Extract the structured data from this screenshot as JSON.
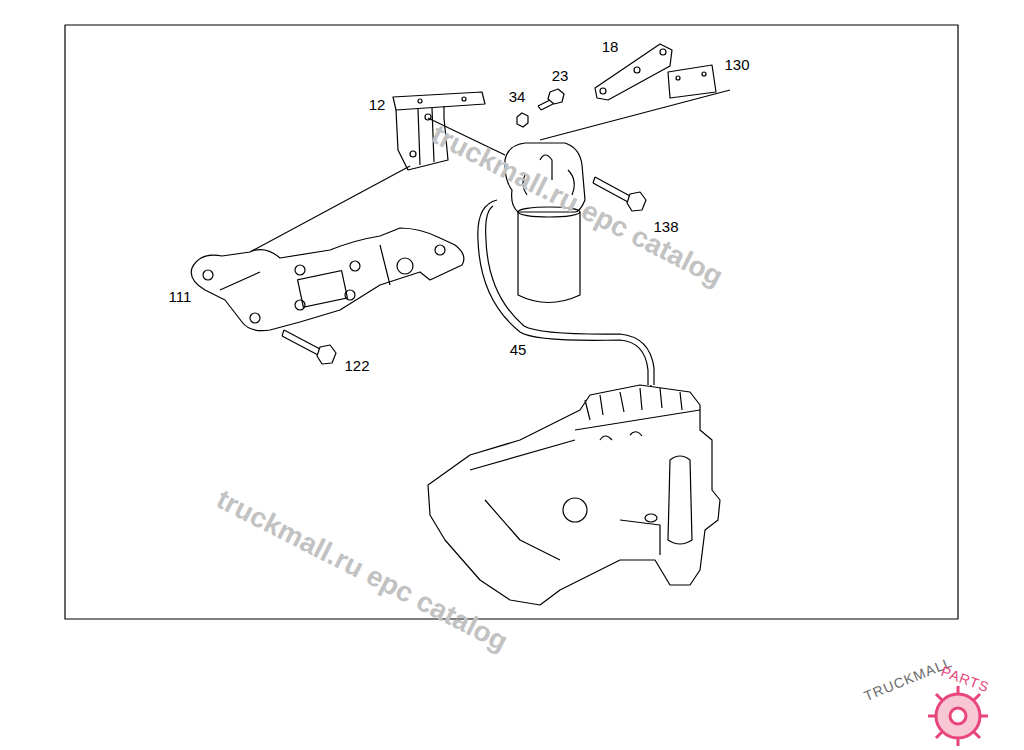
{
  "diagram": {
    "labels": [
      "12",
      "34",
      "23",
      "18",
      "130",
      "138",
      "111",
      "45",
      "122",
      "truckmall.ru epc catalog",
      "truckmall.ru epc catalog",
      "TRUCKMALL",
      "PARTS"
    ]
  }
}
